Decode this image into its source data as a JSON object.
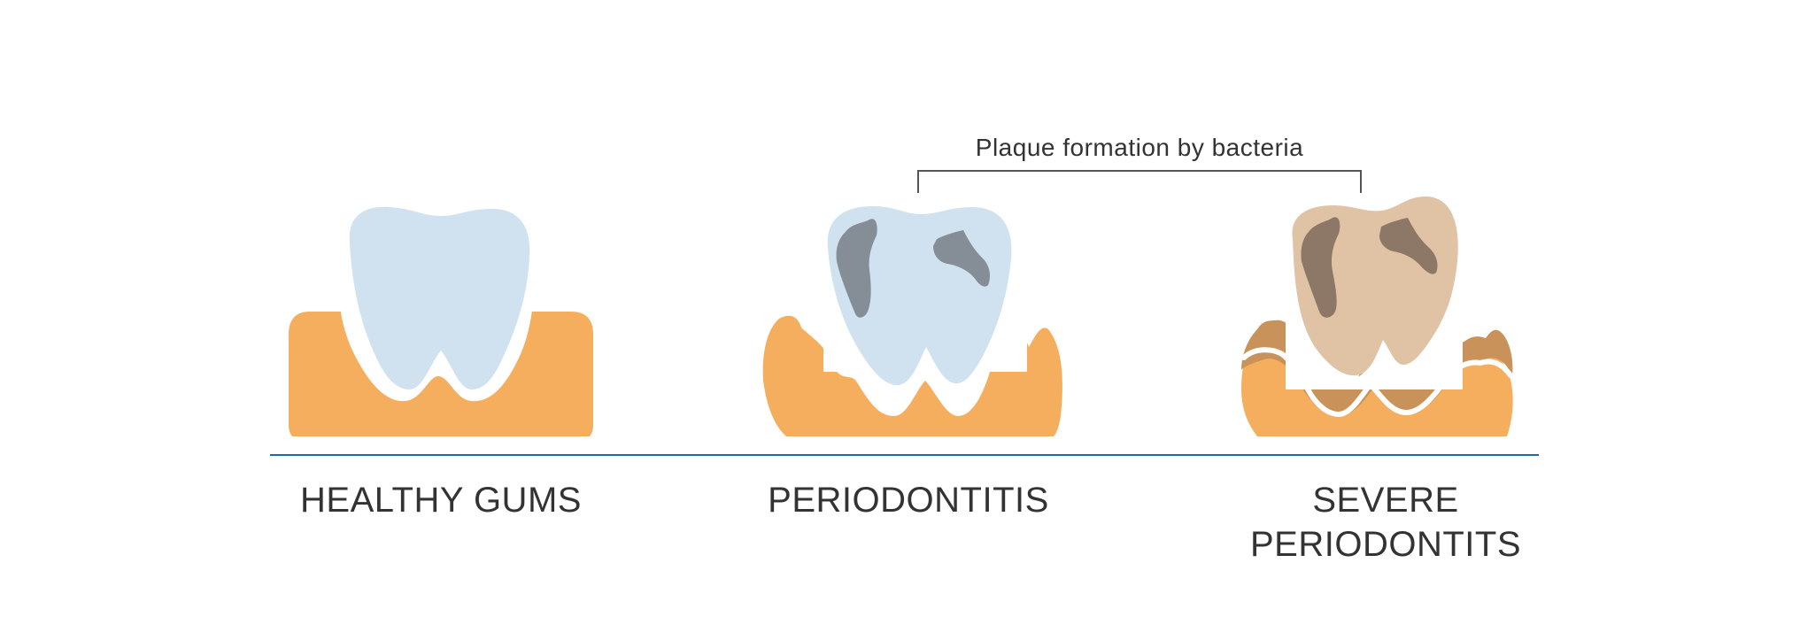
{
  "annotation": {
    "text": "Plaque formation by bacteria"
  },
  "stages": [
    {
      "id": "healthy",
      "label": "HEALTHY GUMS"
    },
    {
      "id": "periodontitis",
      "label": "PERIODONTITIS"
    },
    {
      "id": "severe",
      "label_line1": "SEVERE",
      "label_line2": "PERIODONTITS"
    }
  ],
  "colors": {
    "gum": "#f5ae5e",
    "tooth_healthy": "#d0e2ef",
    "tooth_diseased": "#e0c2a4",
    "plaque_gray": "#858e97",
    "plaque_brown": "#8d7867",
    "tartar": "#c8925a",
    "baseline": "#1f6aa0",
    "bracket": "#555555"
  }
}
